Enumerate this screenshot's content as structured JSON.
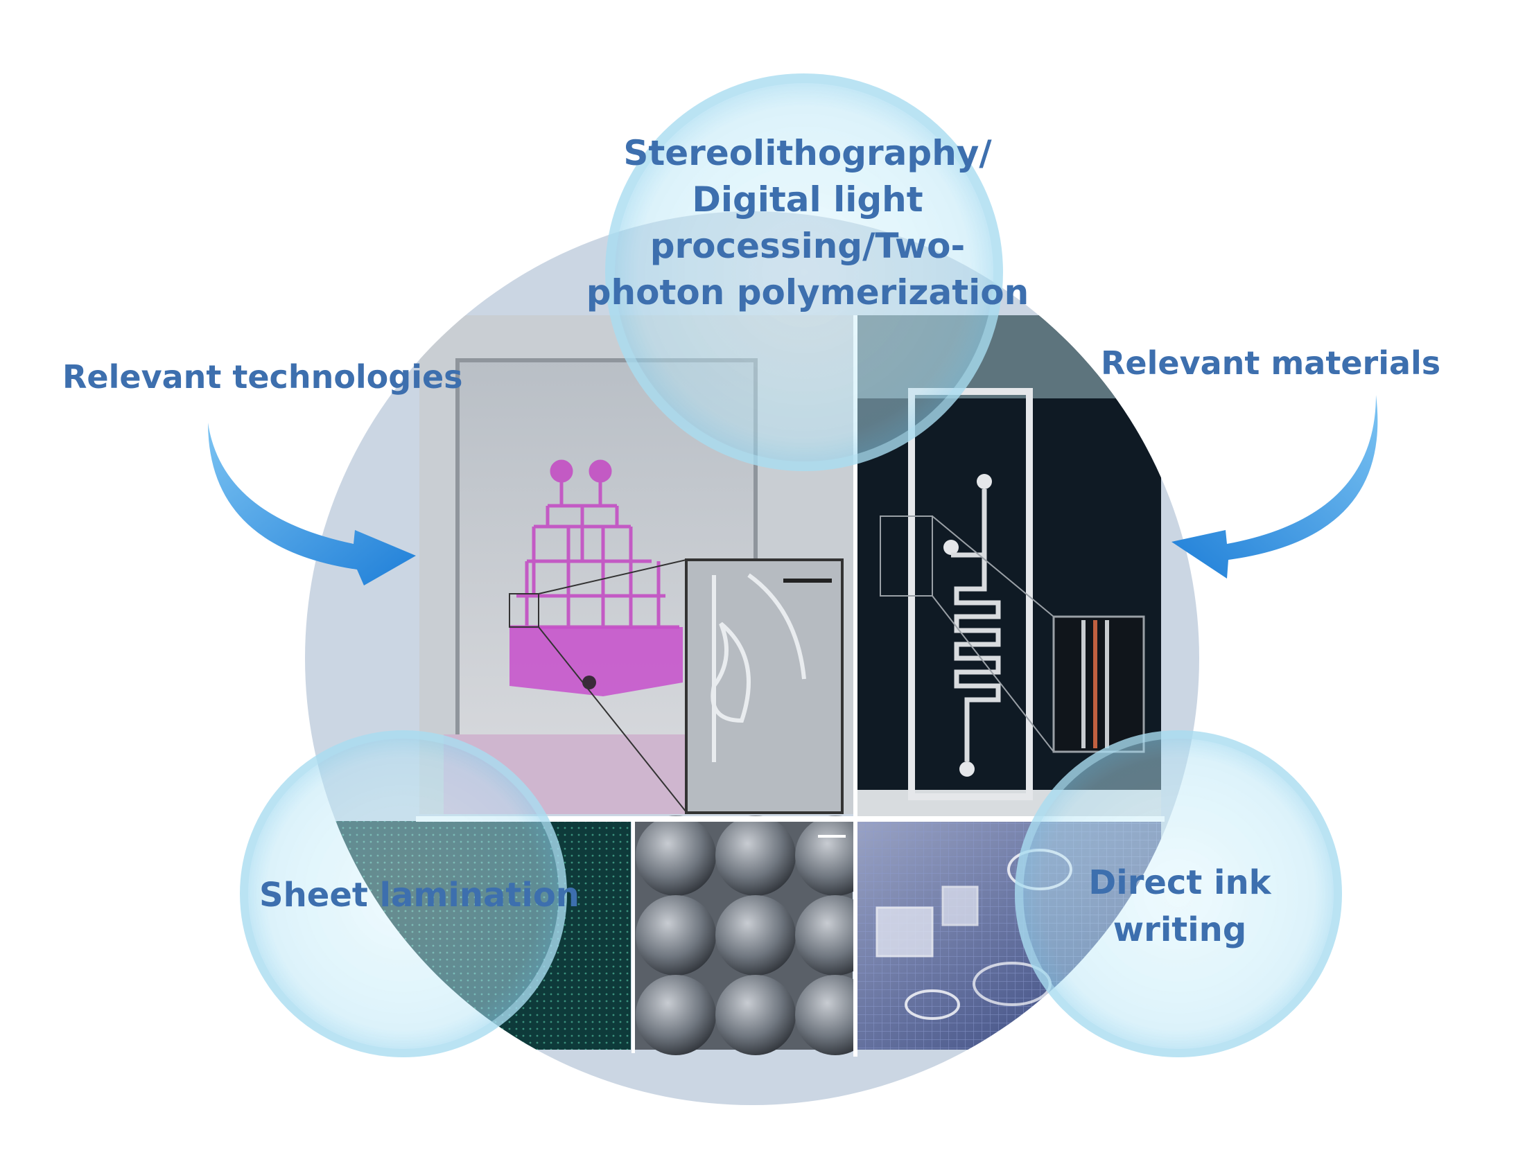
{
  "labels": {
    "relevant_technologies": "Relevant technologies",
    "relevant_materials": "Relevant materials"
  },
  "techniques": {
    "top": {
      "line1": "Stereolithography/",
      "line2": "Digital light",
      "line3": "processing/Two-",
      "line4": "photon polymerization"
    },
    "bottom_left": {
      "line1": "Sheet lamination"
    },
    "bottom_right": {
      "line1": "Direct ink",
      "line2": "writing"
    }
  },
  "colors": {
    "label_text": "#3d6fae",
    "big_circle": "#cbd6e3",
    "bubble_fill": "#bfeaf8",
    "bubble_stroke": "#a9ddf1",
    "arrow": "#2b8fe0",
    "dye": "#c35ac4"
  }
}
